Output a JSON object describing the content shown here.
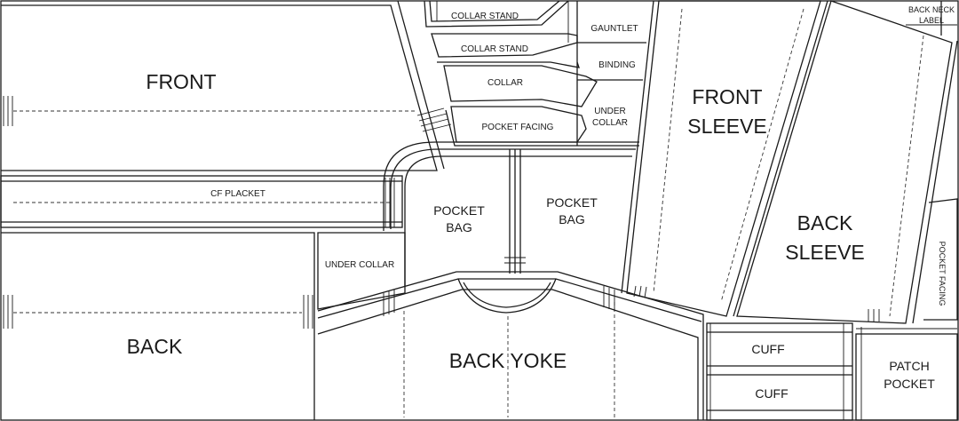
{
  "labels": {
    "front": "FRONT",
    "cf_placket": "CF PLACKET",
    "back": "BACK",
    "under_collar_left": "UNDER COLLAR",
    "collar_stand_1": "COLLAR STAND",
    "collar_stand_2": "COLLAR STAND",
    "collar": "COLLAR",
    "pocket_facing": "POCKET FACING",
    "gauntlet": "GAUNTLET",
    "binding": "BINDING",
    "under_collar_right_l1": "UNDER",
    "under_collar_right_l2": "COLLAR",
    "pocket_bag_1_l1": "POCKET",
    "pocket_bag_1_l2": "BAG",
    "pocket_bag_2_l1": "POCKET",
    "pocket_bag_2_l2": "BAG",
    "back_yoke": "BACK YOKE",
    "front_sleeve_l1": "FRONT",
    "front_sleeve_l2": "SLEEVE",
    "back_sleeve_l1": "BACK",
    "back_sleeve_l2": "SLEEVE",
    "back_neck_label_l1": "BACK NECK",
    "back_neck_label_l2": "LABEL",
    "pocket_facing_vertical": "POCKET FACING",
    "cuff_1": "CUFF",
    "cuff_2": "CUFF",
    "patch_pocket_l1": "PATCH",
    "patch_pocket_l2": "POCKET"
  }
}
